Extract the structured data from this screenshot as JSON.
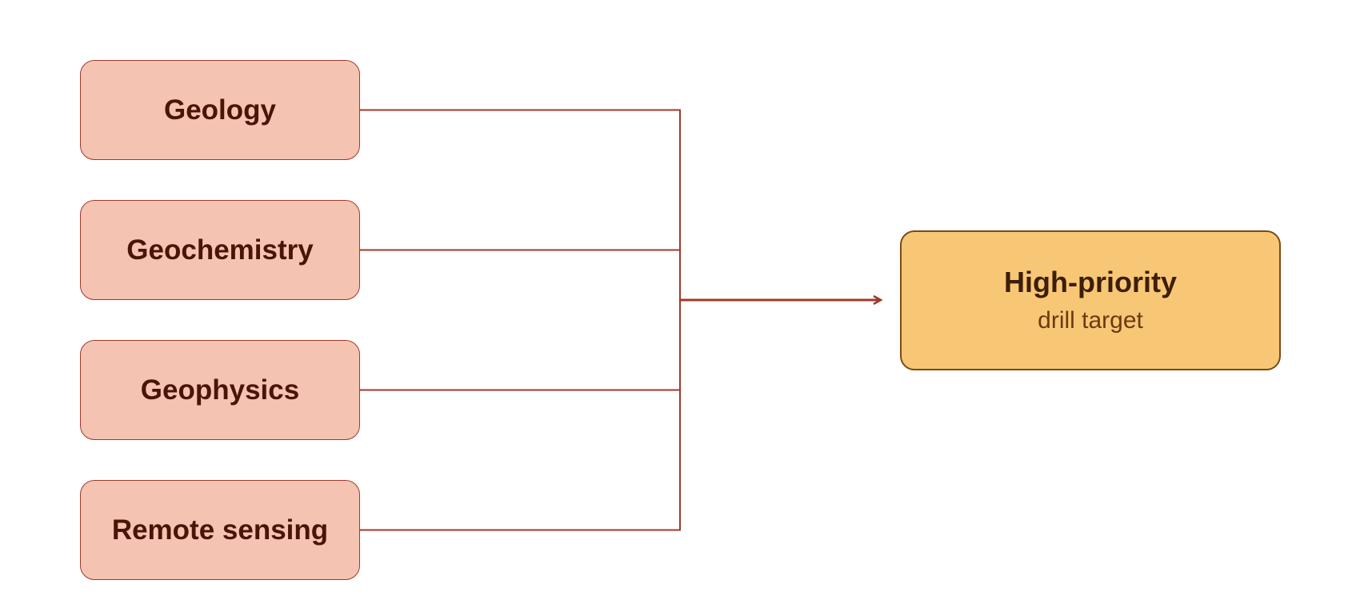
{
  "colors": {
    "input_fill": "#f5c3b2",
    "input_border": "#a1382a",
    "input_text": "#4a1408",
    "output_fill": "#f8c776",
    "output_border": "#7a4a14",
    "output_text": "#3d1e06",
    "connector": "#a1382a"
  },
  "inputs": [
    {
      "label": "Geology"
    },
    {
      "label": "Geochemistry"
    },
    {
      "label": "Geophysics"
    },
    {
      "label": "Remote sensing"
    }
  ],
  "output": {
    "title": "High-priority",
    "subtitle": "drill target"
  }
}
